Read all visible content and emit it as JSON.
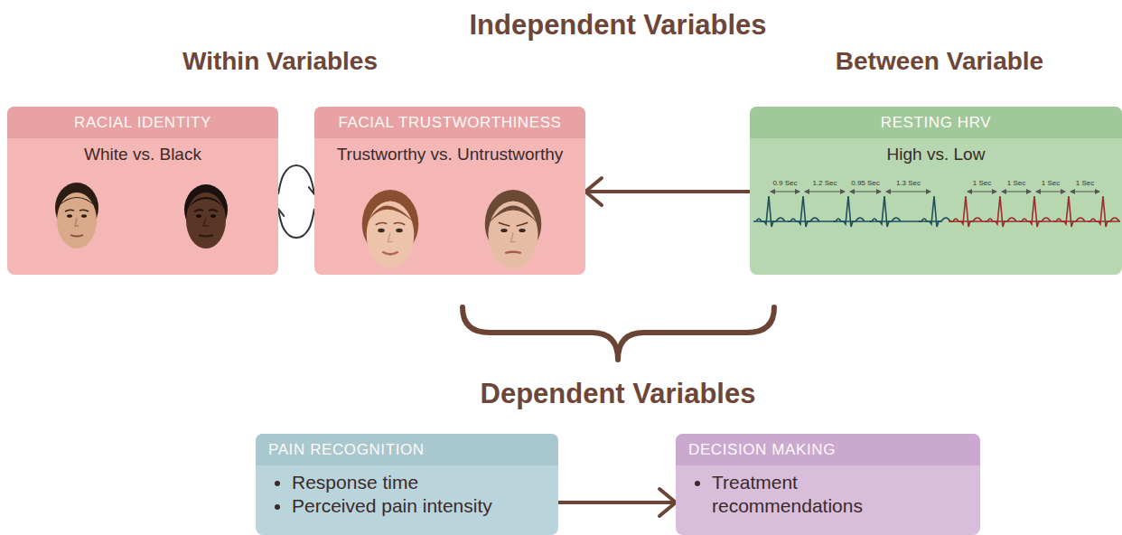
{
  "diagram": {
    "title": "Independent Variables",
    "nodes": [
      {
        "text": [
          "RACIAL IDENTITY",
          "White vs. Black"
        ]
      },
      {
        "text": [
          "FACIAL TRUSTWORTHINESS",
          "Trustworthy vs. Untrustworthy"
        ]
      },
      {
        "text": [
          "RESTING HRV",
          "High vs. Low"
        ]
      },
      {
        "text": [
          "PAIN RECOGNITION",
          "Response time",
          "Perceived pain intensity"
        ]
      },
      {
        "text": [
          "DECISION MAKING",
          "Treatment recommendations"
        ]
      }
    ],
    "edges": [
      {
        "from": 0,
        "to": 1,
        "arrow": "both"
      },
      {
        "from": 2,
        "to": 1,
        "arrow": "to"
      },
      {
        "from": 3,
        "to": 4,
        "arrow": "to"
      }
    ],
    "labels": [
      "Within Variables",
      "Between Variable",
      "Dependent Variables",
      "0.9 Sec",
      "1.2 Sec",
      "0.95 Sec",
      "1.3 Sec",
      "1 Sec",
      "1 Sec",
      "1 Sec",
      "1 Sec"
    ]
  }
}
